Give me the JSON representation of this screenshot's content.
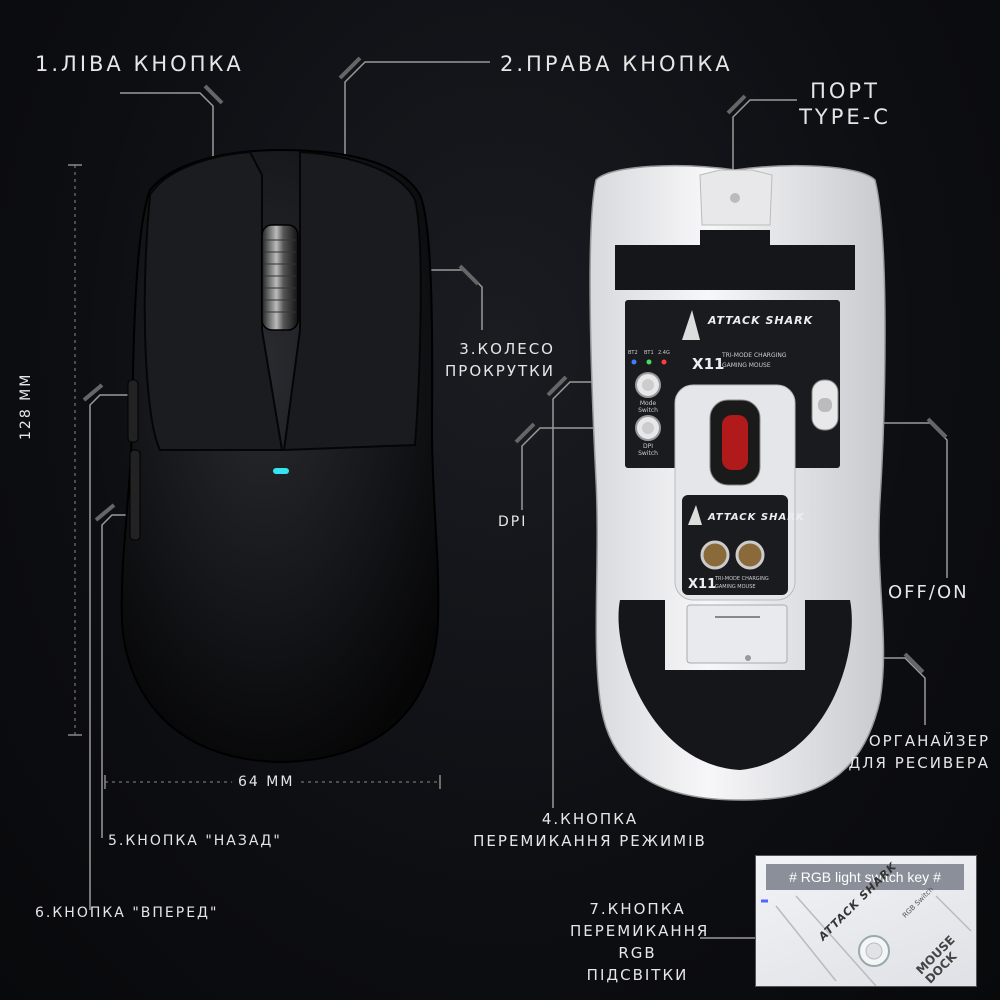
{
  "labels": {
    "left_button": "1.ЛІВА КНОПКА",
    "right_button": "2.ПРАВА КНОПКА",
    "port_line1": "ПОРТ",
    "port_line2": "TYPE-C",
    "scroll_line1": "3.КОЛЕСО",
    "scroll_line2": "ПРОКРУТКИ",
    "dpi": "DPI",
    "off_on": "OFF/ON",
    "receiver_line1": "ОРГАНАЙЗЕР",
    "receiver_line2": "ДЛЯ РЕСИВЕРА",
    "mode_line1": "4.КНОПКА",
    "mode_line2": "ПЕРЕМИКАННЯ РЕЖИМІВ",
    "back": "5.КНОПКА \"НАЗАД\"",
    "forward": "6.КНОПКА \"ВПЕРЕД\"",
    "rgb_line1": "7.КНОПКА",
    "rgb_line2": "ПЕРЕМИКАННЯ",
    "rgb_line3": "RGB ПІДСВІТКИ",
    "height_dim": "128 ММ",
    "width_dim": "64 ММ"
  },
  "mouse_bottom": {
    "brand": "ATTACK SHARK",
    "model": "X11",
    "desc_line1": "TRI-MODE CHARGING",
    "desc_line2": "GAMING MOUSE",
    "mode_switch_line1": "Mode",
    "mode_switch_line2": "Switch",
    "dpi_switch_line1": "DPI",
    "dpi_switch_line2": "Switch",
    "led_bt2": "BT2",
    "led_bt1": "BT1",
    "led_24g": "2.4G"
  },
  "inset": {
    "title": "# RGB light switch key #",
    "brand": "ATTACK SHARK",
    "switch_label": "RGB Switch",
    "text_line1": "MOUSE",
    "text_line2": "DOCK"
  }
}
